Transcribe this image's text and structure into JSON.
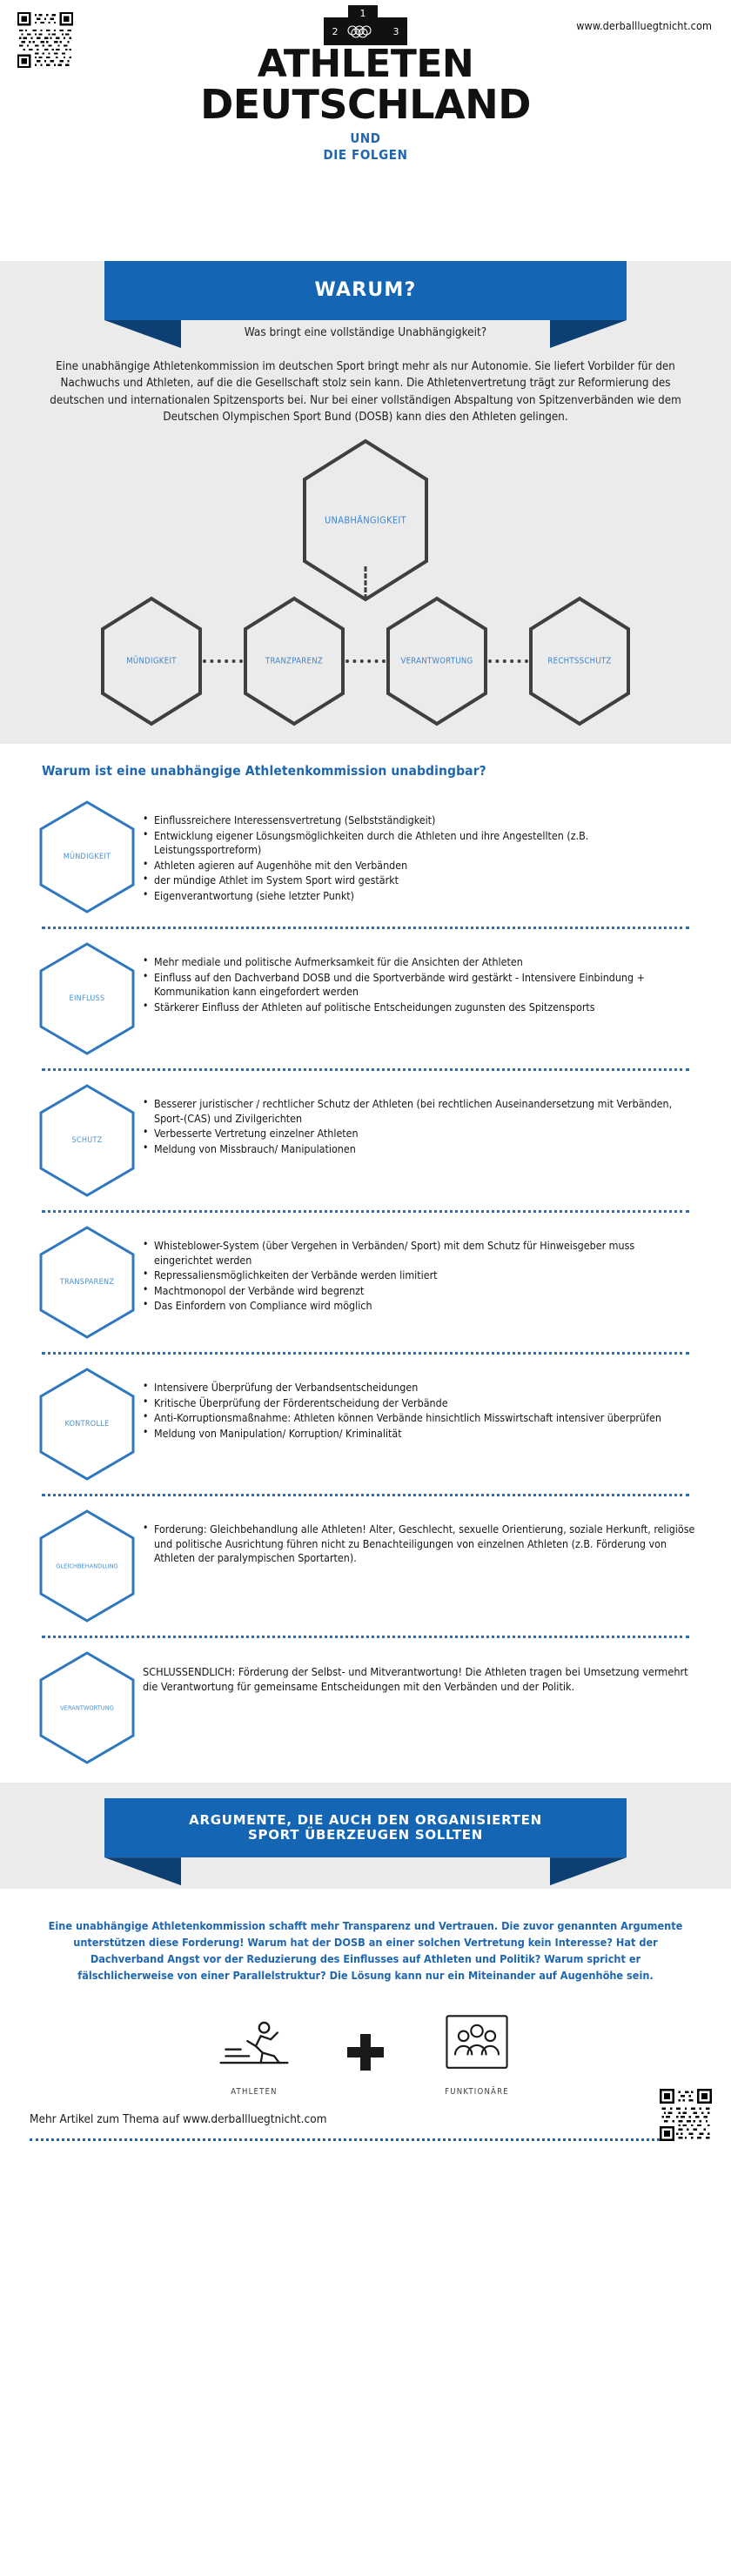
{
  "header": {
    "site_url": "www.derballluegtnicht.com",
    "podium": {
      "first": "1",
      "second": "2",
      "third": "3",
      "icon": "olympic-rings-podium-icon"
    },
    "title_line1": "ATHLETEN",
    "title_line2": "DEUTSCHLAND",
    "subtitle_line1": "UND",
    "subtitle_line2": "DIE FOLGEN"
  },
  "warum": {
    "banner": "WARUM?",
    "subtitle": "Was bringt eine vollständige Unabhängigkeit?",
    "intro": "Eine unabhängige Athletenkommission im deutschen Sport bringt mehr als nur Autonomie. Sie liefert Vorbilder für den Nachwuchs und Athleten, auf die die Gesellschaft stolz sein kann. Die Athletenvertretung trägt zur Reformierung des deutschen und internationalen Spitzensports bei. Nur bei einer vollständigen Abspaltung von Spitzenverbänden wie dem Deutschen Olympischen Sport Bund (DOSB) kann dies den Athleten gelingen."
  },
  "diagram": {
    "root": "UNABHÄNGIGKEIT",
    "nodes": [
      "MÜNDIGKEIT",
      "TRANZPARENZ",
      "VERANTWORTUNG",
      "RECHTSSCHUTZ"
    ]
  },
  "arguments": {
    "heading": "Warum ist eine unabhängige Athletenkommission unabdingbar?",
    "items": [
      {
        "label": "MÜNDIGKEIT",
        "bullets": [
          "Einflussreichere Interessensvertretung (Selbstständigkeit)",
          "Entwicklung eigener Lösungsmöglichkeiten durch die Athleten und ihre Angestellten (z.B. Leistungssportreform)",
          "Athleten agieren auf Augenhöhe mit den Verbänden",
          "der mündige Athlet im System Sport wird gestärkt",
          "Eigenverantwortung (siehe letzter Punkt)"
        ]
      },
      {
        "label": "EINFLUSS",
        "bullets": [
          "Mehr mediale und politische Aufmerksamkeit für die Ansichten der Athleten",
          "Einfluss auf den Dachverband DOSB und die Sportverbände wird gestärkt - Intensivere Einbindung + Kommunikation kann eingefordert werden",
          "Stärkerer Einfluss der Athleten auf politische Entscheidungen zugunsten des Spitzensports"
        ]
      },
      {
        "label": "SCHUTZ",
        "bullets": [
          "Besserer juristischer / rechtlicher Schutz der Athleten (bei rechtlichen Auseinandersetzung mit Verbänden, Sport-(CAS) und Zivilgerichten",
          "Verbesserte Vertretung einzelner Athleten",
          "Meldung von Missbrauch/ Manipulationen"
        ]
      },
      {
        "label": "TRANSPARENZ",
        "bullets": [
          "Whisteblower-System (über Vergehen in Verbänden/ Sport) mit dem Schutz für Hinweisgeber muss eingerichtet werden",
          "Repressaliensmöglichkeiten der Verbände werden limitiert",
          "Machtmonopol der Verbände wird begrenzt",
          "Das Einfordern von Compliance wird möglich"
        ]
      },
      {
        "label": "KONTROLLE",
        "bullets": [
          "Intensivere Überprüfung der Verbandsentscheidungen",
          "Kritische Überprüfung der Förderentscheidung der Verbände",
          "Anti-Korruptionsmaßnahme: Athleten können Verbände hinsichtlich Misswirtschaft intensiver überprüfen",
          "Meldung von Manipulation/ Korruption/ Kriminalität"
        ]
      },
      {
        "label": "GLEICHBEHANDLUNG",
        "bullets": [
          "Forderung: Gleichbehandlung alle Athleten! Alter, Geschlecht, sexuelle Orientierung, soziale Herkunft, religiöse und politische Ausrichtung führen nicht zu Benachteiligungen von einzelnen Athleten (z.B. Förderung von Athleten der paralympischen Sportarten)."
        ]
      },
      {
        "label": "VERANTWORTUNG",
        "paragraph": "SCHLUSSENDLICH: Förderung der Selbst- und Mitverantwortung! Die Athleten tragen bei Umsetzung vermehrt die Verantwortung für gemeinsame Entscheidungen mit den Verbänden und der Politik."
      }
    ]
  },
  "argument_banner": {
    "line1": "ARGUMENTE, DIE AUCH DEN ORGANISIERTEN",
    "line2": "SPORT ÜBERZEUGEN SOLLTEN"
  },
  "closing": {
    "text": "Eine unabhängige Athletenkommission schafft mehr Transparenz und Vertrauen. Die zuvor genannten Argumente unterstützen diese Forderung!\nWarum hat der DOSB an einer solchen Vertretung kein Interesse? Hat der Dachverband Angst vor der Reduzierung des Einflusses auf Athleten und Politik? Warum spricht er fälschlicherweise von einer Parallelstruktur? Die Lösung kann nur ein Miteinander auf Augenhöhe sein.",
    "icon_left_caption": "ATHLETEN",
    "icon_right_caption": "FUNKTIONÄRE",
    "footer": "Mehr Artikel zum Thema auf www.derballluegtnicht.com"
  },
  "colors": {
    "blue": "#1565b5",
    "blue_dark": "#0d3f72",
    "blue_text": "#1f66b0",
    "hex_blue": "#2f78bf",
    "grey_band": "#ebebeb",
    "hex_grey": "#3f3f3f"
  }
}
